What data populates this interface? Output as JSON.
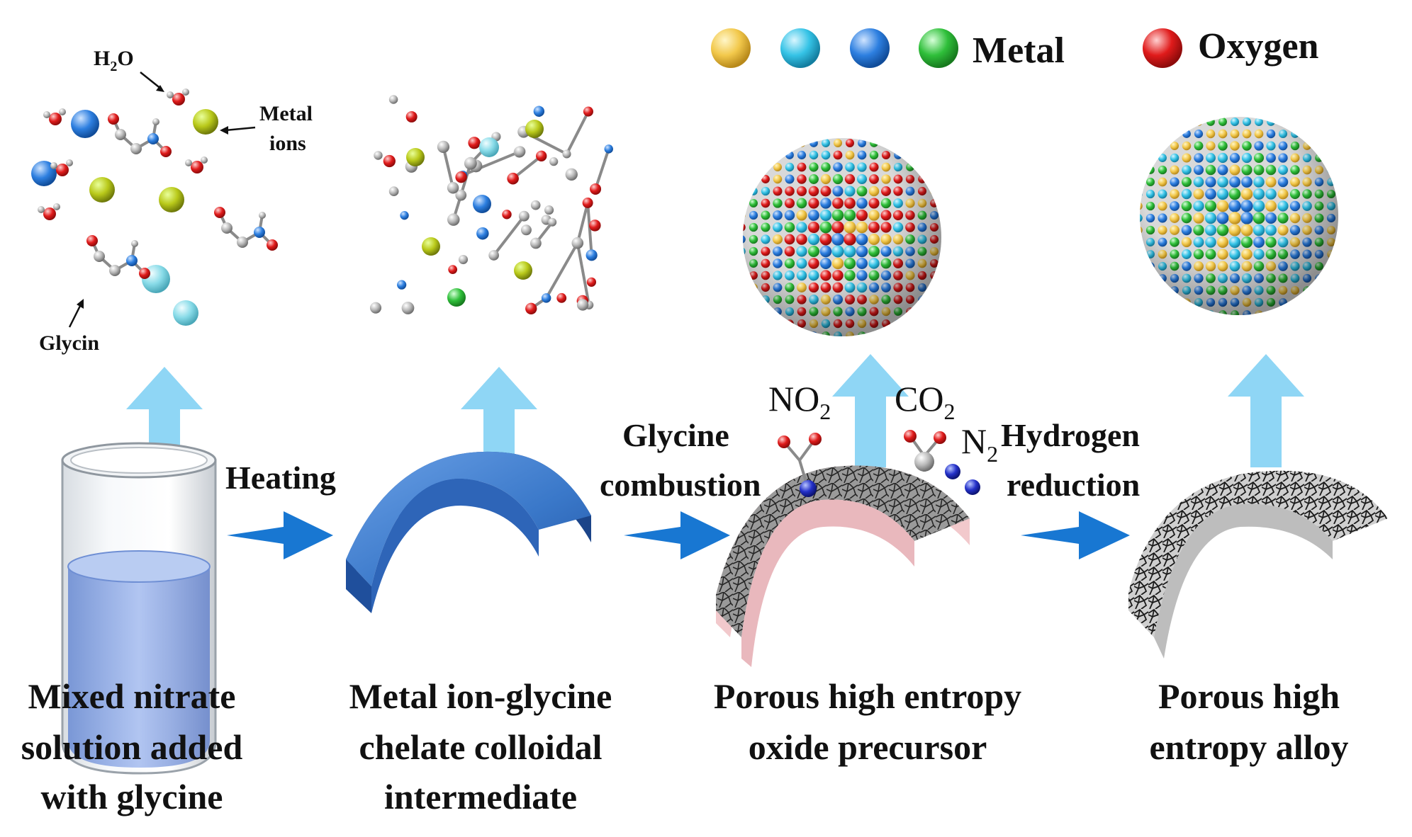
{
  "legend": {
    "metal_label": "Metal",
    "oxygen_label": "Oxygen"
  },
  "stage1": {
    "caption": [
      "Mixed nitrate",
      "solution added",
      "with glycine"
    ],
    "water_label": "H",
    "water_sub": "2",
    "water_tail": "O",
    "metal_ions_label": [
      "Metal",
      "ions"
    ],
    "glycin_label": "Glycin"
  },
  "stage2": {
    "caption": [
      "Metal ion-glycine",
      "chelate colloidal",
      "intermediate"
    ]
  },
  "stage3": {
    "caption": [
      "Porous high entropy",
      "oxide precursor"
    ],
    "gases": {
      "no2": {
        "main": "NO",
        "sub": "2"
      },
      "co2": {
        "main": "CO",
        "sub": "2"
      },
      "n2": {
        "main": "N",
        "sub": "2"
      }
    }
  },
  "stage4": {
    "caption": [
      "Porous high",
      "entropy alloy"
    ]
  },
  "steps": {
    "heating": "Heating",
    "combustion": [
      "Glycine",
      "combustion"
    ],
    "reduction": [
      "Hydrogen",
      "reduction"
    ]
  },
  "colors": {
    "metal_yellow": "#f2c84b",
    "metal_cyan": "#35c3e6",
    "metal_blue": "#2d7fe0",
    "metal_green": "#2fbf3a",
    "oxygen_red": "#e01b1b",
    "arrow_blue": "#1877d2",
    "up_arrow": "#8fd6f5",
    "gel_blue": "#3a78c9"
  }
}
